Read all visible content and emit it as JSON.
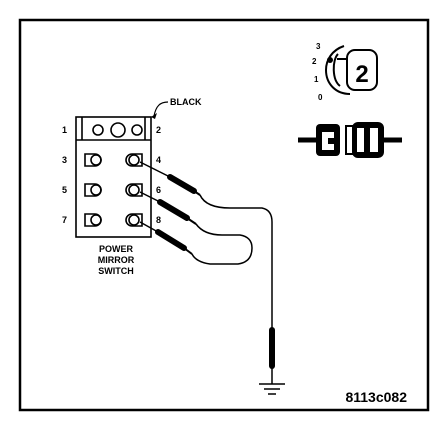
{
  "connector_color_label": "BLACK",
  "pin_numbers": [
    "1",
    "2",
    "3",
    "4",
    "5",
    "6",
    "7",
    "8"
  ],
  "switch_label": [
    "POWER",
    "MIRROR",
    "SWITCH"
  ],
  "selector_positions": [
    "3",
    "2",
    "1",
    "0"
  ],
  "selector_current": "2",
  "figure_id": "8113c082"
}
